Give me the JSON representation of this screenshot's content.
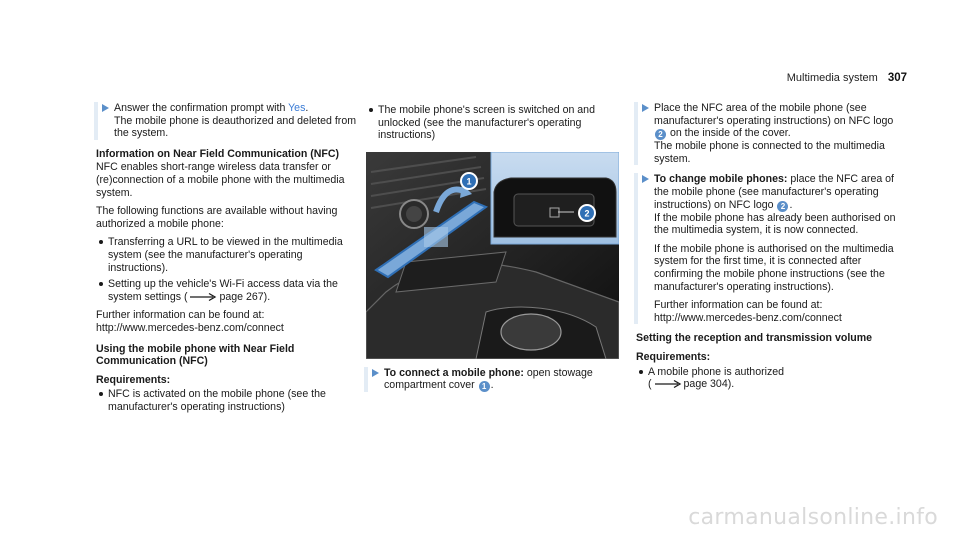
{
  "header": {
    "section_title": "Multimedia system",
    "page_number": "307"
  },
  "col1": {
    "instr1": {
      "prefix": "Answer the confirmation prompt with ",
      "link": "Yes",
      "suffix": ".",
      "line2": "The mobile phone is deauthorized and deleted from the system."
    },
    "nfc_heading": "Information on Near Field Communication (NFC)",
    "nfc_desc": "NFC enables short-range wireless data transfer or (re)connection of a mobile phone with the multimedia system.",
    "functions_intro": "The following functions are available without having authorized a mobile phone:",
    "functions": [
      "Transferring a URL to be viewed in the multimedia system (see the manufacturer's operating instructions).",
      "Setting up the vehicle's Wi-Fi access data via the system settings ("
    ],
    "wifi_page_ref": "page 267).",
    "further_info": "Further information can be found at: http://www.mercedes-benz.com/connect",
    "using_heading": "Using the mobile phone with Near Field Communication (NFC)",
    "requirements_label": "Requirements:",
    "requirements": [
      "NFC is activated on the mobile phone (see the manufacturer's operating instructions)"
    ]
  },
  "col2": {
    "bullet": "The mobile phone's screen is switched on and unlocked (see the manufacturer's operating instructions)",
    "image": {
      "callout_1": "1",
      "callout_2": "2"
    },
    "instr": {
      "label": "To connect a mobile phone:",
      "text": " open stowage compartment cover ",
      "num": "1",
      "end": "."
    }
  },
  "col3": {
    "instr1": {
      "part1": "Place the NFC area of the mobile phone (see manufacturer's operating instructions) on NFC logo ",
      "num": "2",
      "part2": " on the inside of the cover.",
      "result": "The mobile phone is connected to the multimedia system."
    },
    "instr2": {
      "label": "To change mobile phones:",
      "part1": " place the NFC area of the mobile phone (see manufacturer's operating instructions) on NFC logo ",
      "num": "2",
      "part2": ".",
      "line2": "If the mobile phone has already been authorised on the multimedia system, it is now connected.",
      "line3": "If the mobile phone is authorised on the multimedia system for the first time, it is connected after confirming the mobile phone instructions (see the manufacturer's operating instructions).",
      "line4": "Further information can be found at: http://www.mercedes-benz.com/connect"
    },
    "setting_heading": "Setting the reception and transmission volume",
    "requirements_label": "Requirements:",
    "requirement_1": "A mobile phone is authorized",
    "requirement_ref": "page 304)."
  },
  "watermark": "carmanualsonline.info",
  "colors": {
    "accent": "#5b8fc9",
    "link": "#3a7bd5",
    "bar": "#e3ecf5"
  }
}
